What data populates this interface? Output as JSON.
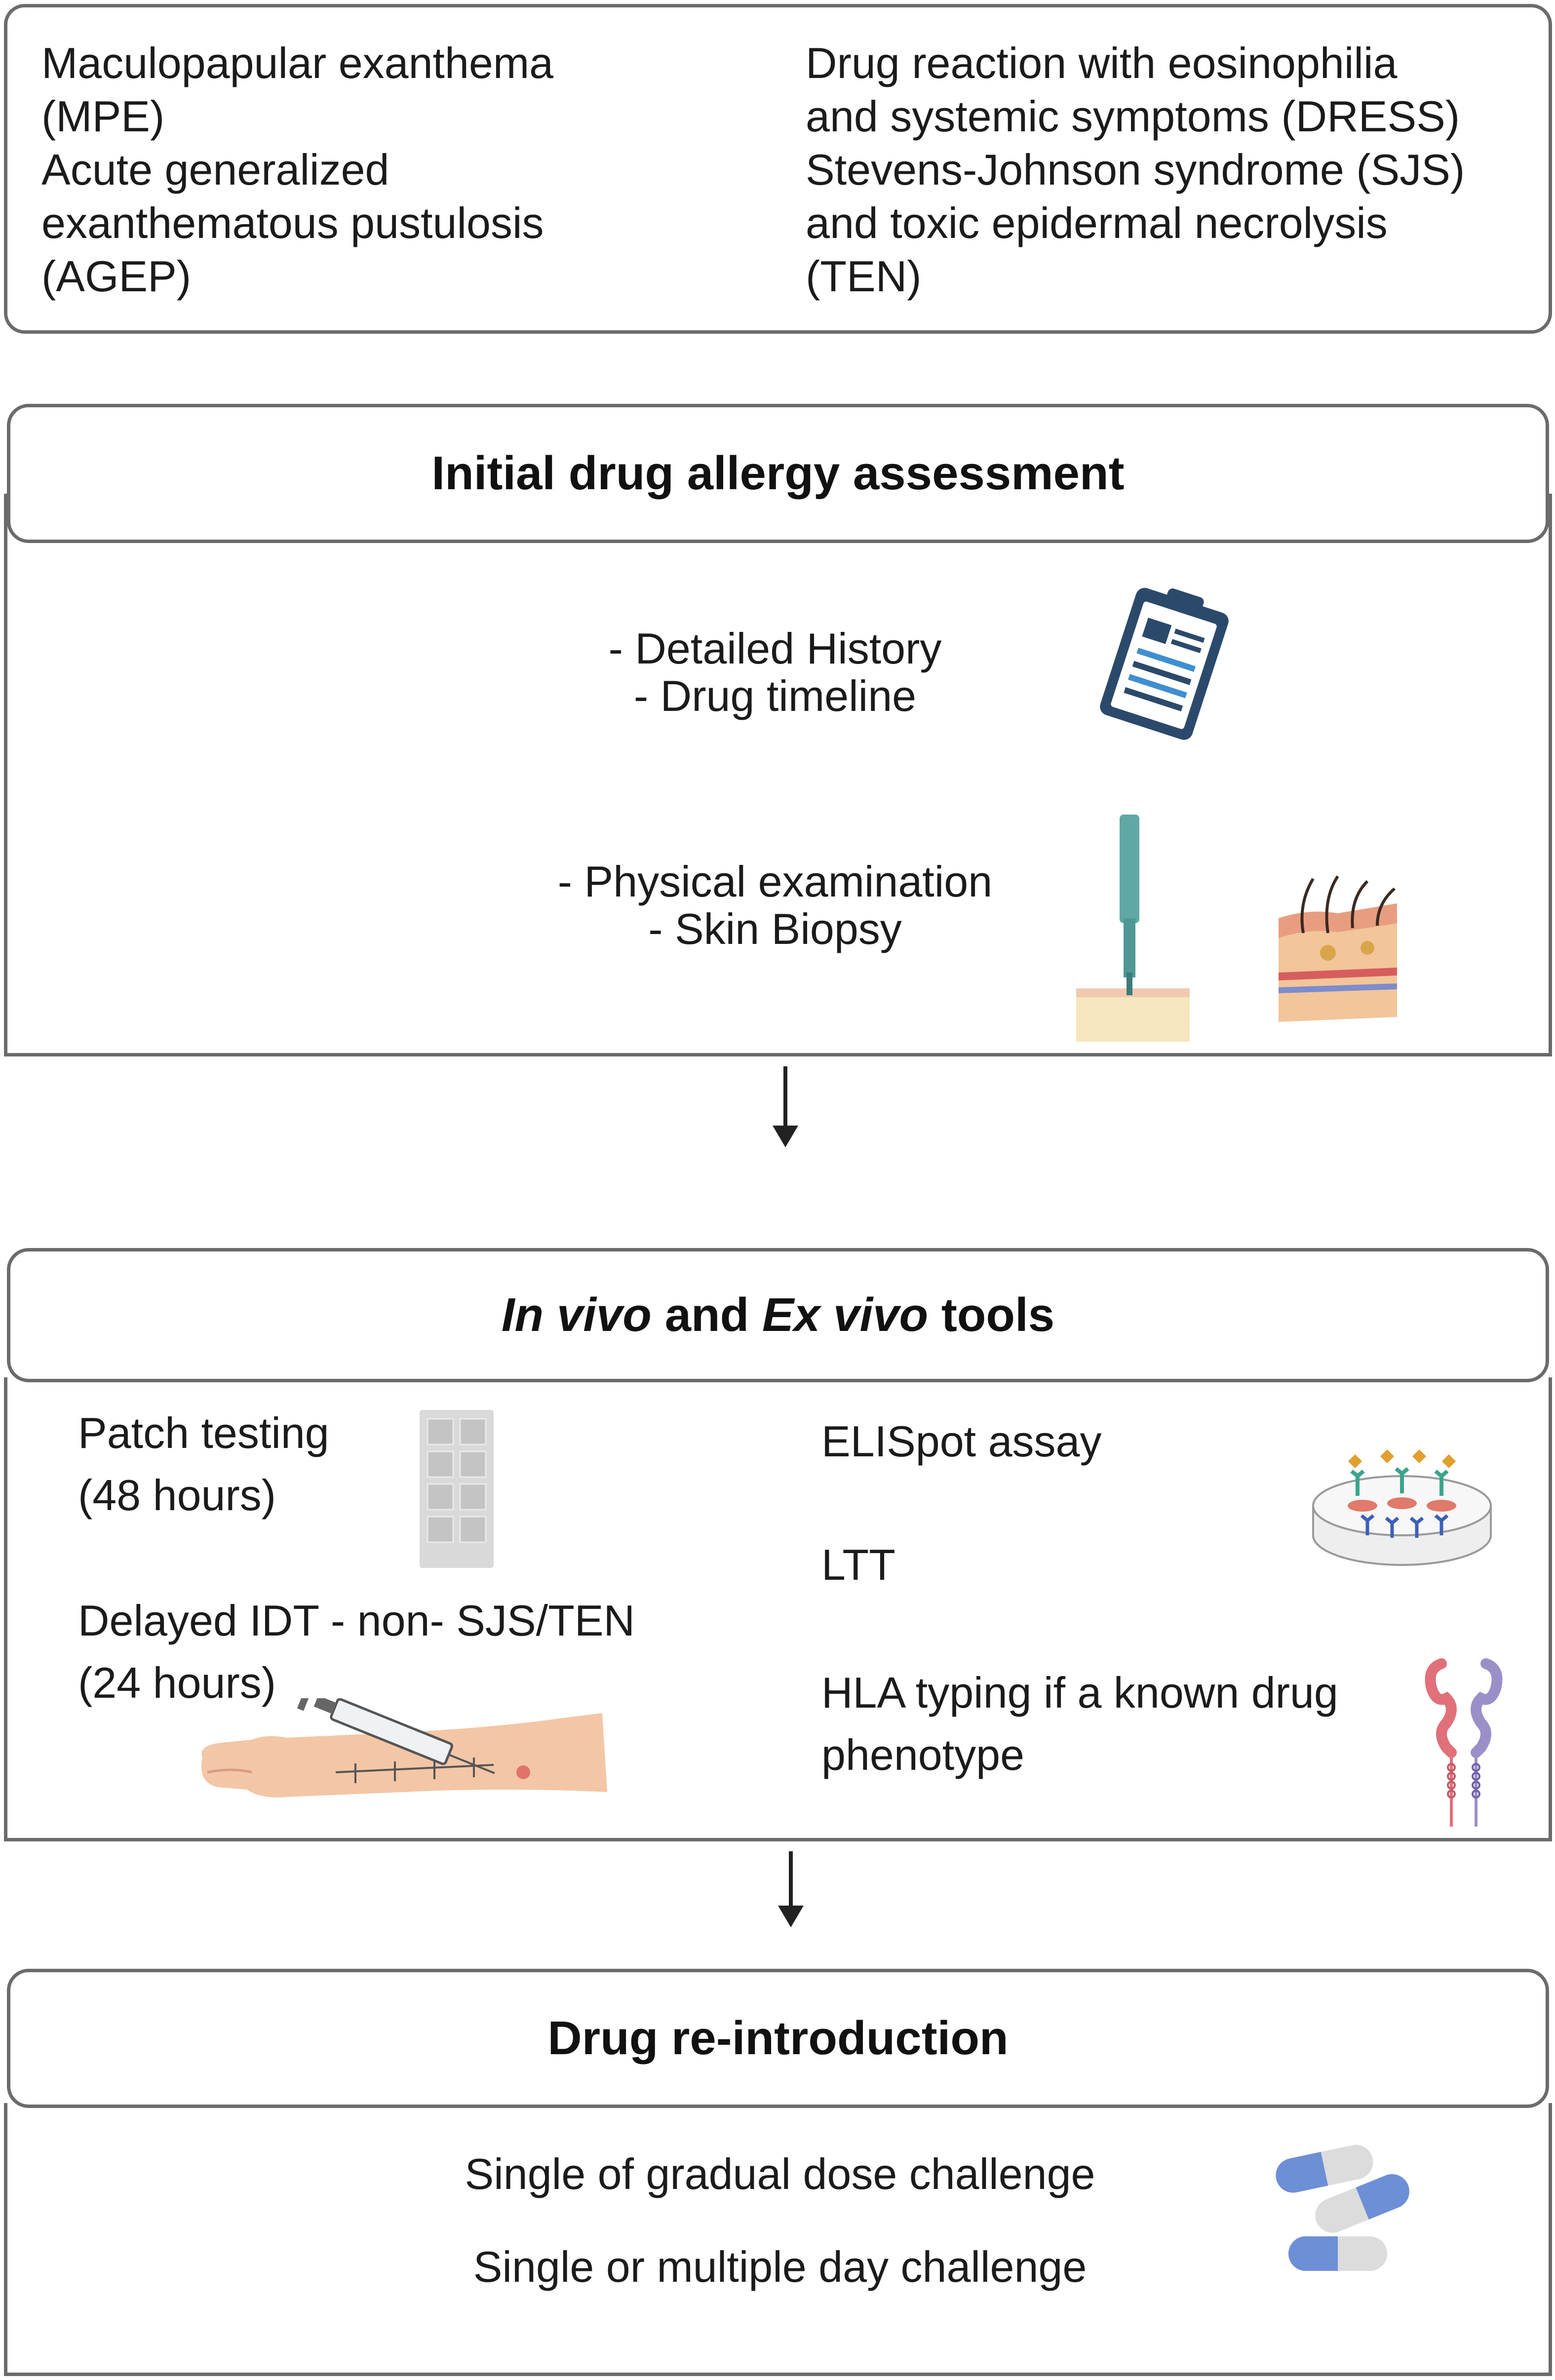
{
  "reactions": {
    "left": [
      "Maculopapular exanthema",
      "(MPE)",
      "Acute generalized",
      "exanthematous pustulosis",
      "(AGEP)"
    ],
    "right": [
      "Drug reaction with eosinophilia",
      "and systemic symptoms (DRESS)",
      "Stevens-Johnson syndrome (SJS)",
      "and toxic epidermal necrolysis",
      "(TEN)"
    ]
  },
  "assessment": {
    "title": "Initial drug allergy assessment",
    "history": [
      "- Detailed History",
      "- Drug timeline"
    ],
    "exam": [
      "- Physical examination",
      "- Skin Biopsy"
    ]
  },
  "tools": {
    "title": {
      "in_vivo": "In vivo",
      "and": "and",
      "ex_vivo": "Ex vivo",
      "tools": "tools"
    },
    "patch": [
      "Patch testing",
      "(48 hours)"
    ],
    "idt": [
      "Delayed IDT - non- SJS/TEN",
      "(24 hours)"
    ],
    "elispot": "ELISpot assay",
    "ltt": "LTT",
    "hla": [
      "HLA typing if a known drug",
      "phenotype"
    ]
  },
  "reintroduction": {
    "title": "Drug re-introduction",
    "lines": [
      "Single of gradual dose challenge",
      "Single or multiple day challenge"
    ]
  },
  "icons": [
    "clipboard-icon",
    "biopsy-punch-icon",
    "skin-cross-section-icon",
    "patch-test-strip-icon",
    "arm-injection-icon",
    "elispot-well-icon",
    "hla-molecule-icon",
    "capsules-icon"
  ],
  "colors": {
    "border": "#6b6b6b",
    "text": "#1b1b1b",
    "clipboard": "#2b4a6b",
    "accent_blue": "#3f8fd0"
  }
}
